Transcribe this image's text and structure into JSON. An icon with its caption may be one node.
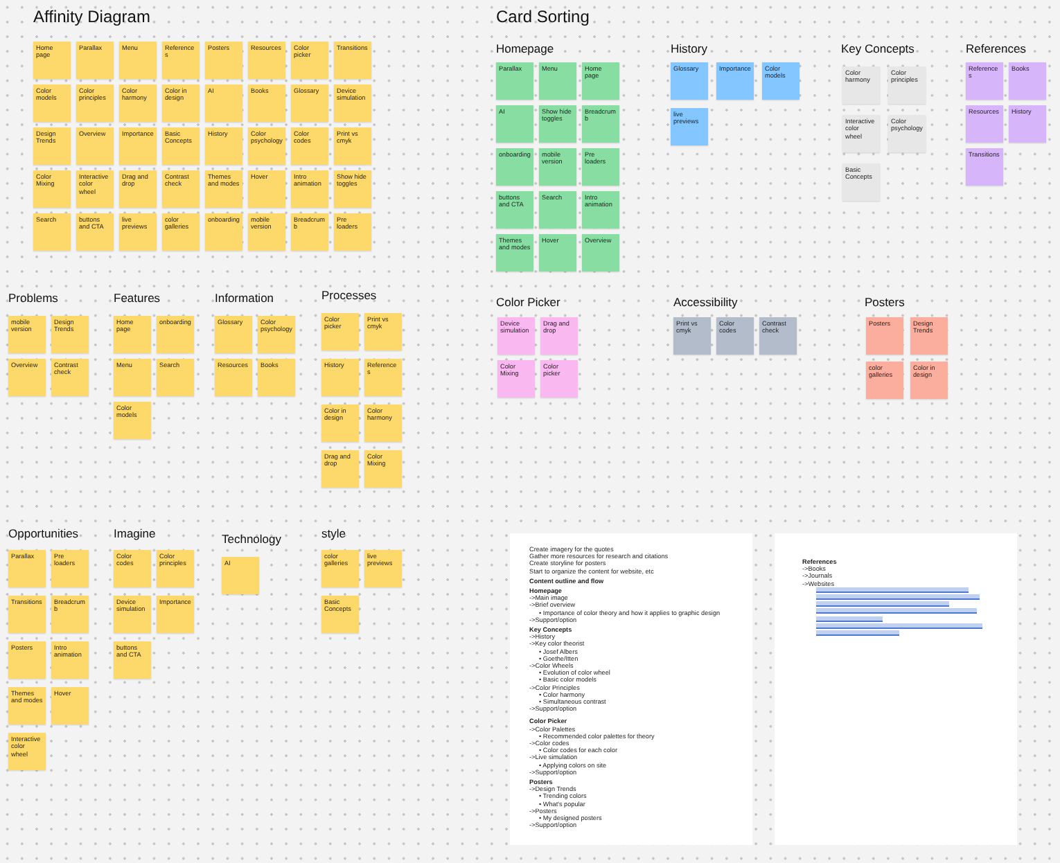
{
  "diagram": {
    "nodes": [
      {
        "text": [
          "Affinity Diagram"
        ]
      },
      {
        "text": [
          "Home page"
        ],
        "in": 0
      },
      {
        "text": [
          "Parallax"
        ],
        "in": 0
      },
      {
        "text": [
          "Menu"
        ],
        "in": 0
      },
      {
        "text": [
          "References"
        ],
        "in": 0
      },
      {
        "text": [
          "Posters"
        ],
        "in": 0
      },
      {
        "text": [
          "Resources"
        ],
        "in": 0
      },
      {
        "text": [
          "Color picker"
        ],
        "in": 0
      },
      {
        "text": [
          "Transitions"
        ],
        "in": 0
      },
      {
        "text": [
          "Color models"
        ],
        "in": 0
      },
      {
        "text": [
          "Color principles"
        ],
        "in": 0
      },
      {
        "text": [
          "Color harmony"
        ],
        "in": 0
      },
      {
        "text": [
          "Color in design"
        ],
        "in": 0
      },
      {
        "text": [
          "AI"
        ],
        "in": 0
      },
      {
        "text": [
          "Books"
        ],
        "in": 0
      },
      {
        "text": [
          "Glossary"
        ],
        "in": 0
      },
      {
        "text": [
          "Device simulation"
        ],
        "in": 0
      },
      {
        "text": [
          "Design Trends"
        ],
        "in": 0
      },
      {
        "text": [
          "Overview"
        ],
        "in": 0
      },
      {
        "text": [
          "Importance"
        ],
        "in": 0
      },
      {
        "text": [
          "Basic Concepts"
        ],
        "in": 0
      },
      {
        "text": [
          "History"
        ],
        "in": 0
      },
      {
        "text": [
          "Color psychology"
        ],
        "in": 0
      },
      {
        "text": [
          "Color codes"
        ],
        "in": 0
      },
      {
        "text": [
          "Print vs cmyk"
        ],
        "in": 0
      },
      {
        "text": [
          "Color Mixing"
        ],
        "in": 0
      },
      {
        "text": [
          "Interactive color wheel"
        ],
        "in": 0
      },
      {
        "text": [
          "Drag and drop"
        ],
        "in": 0
      },
      {
        "text": [
          "Contrast check"
        ],
        "in": 0
      },
      {
        "text": [
          "Themes and modes"
        ],
        "in": 0
      },
      {
        "text": [
          "Hover"
        ],
        "in": 0
      },
      {
        "text": [
          "Intro animation"
        ],
        "in": 0
      },
      {
        "text": [
          "Show hide toggles"
        ],
        "in": 0
      },
      {
        "text": [
          "Search"
        ],
        "in": 0
      },
      {
        "text": [
          "buttons and CTA"
        ],
        "in": 0
      },
      {
        "text": [
          "live previews"
        ],
        "in": 0
      },
      {
        "text": [
          "color galleries"
        ],
        "in": 0
      },
      {
        "text": [
          "onboarding"
        ],
        "in": 0
      },
      {
        "text": [
          "mobile version"
        ],
        "in": 0
      },
      {
        "text": [
          "Breadcrumb"
        ],
        "in": 0
      },
      {
        "text": [
          "Pre loaders"
        ],
        "in": 0
      },
      {
        "text": [
          "Card Sorting"
        ]
      },
      {
        "text": [
          "Homepage"
        ],
        "in": 41
      },
      {
        "text": [
          "Parallax"
        ],
        "in": 42
      },
      {
        "text": [
          "Menu"
        ],
        "in": 42
      },
      {
        "text": [
          "Home page"
        ],
        "in": 42
      },
      {
        "text": [
          "AI"
        ],
        "in": 42
      },
      {
        "text": [
          "Show hide toggles"
        ],
        "in": 42
      },
      {
        "text": [
          "Breadcrumb"
        ],
        "in": 42
      },
      {
        "text": [
          "onboarding"
        ],
        "in": 42
      },
      {
        "text": [
          "mobile version"
        ],
        "in": 42
      },
      {
        "text": [
          "Pre loaders"
        ],
        "in": 42
      },
      {
        "text": [
          "buttons and CTA"
        ],
        "in": 42
      },
      {
        "text": [
          "Search"
        ],
        "in": 42
      },
      {
        "text": [
          "Intro animation"
        ],
        "in": 42
      },
      {
        "text": [
          "Themes and modes"
        ],
        "in": 42
      },
      {
        "text": [
          "Hover"
        ],
        "in": 42
      },
      {
        "text": [
          "Overview"
        ],
        "in": 42
      },
      {
        "text": [
          "History"
        ],
        "in": 41
      },
      {
        "text": [
          "Glossary"
        ],
        "in": 58
      },
      {
        "text": [
          "Importance"
        ],
        "in": 58
      },
      {
        "text": [
          "Color models"
        ],
        "in": 58
      },
      {
        "text": [
          "live previews"
        ],
        "in": 58
      },
      {
        "text": [
          "Key Concepts"
        ],
        "in": 41
      },
      {
        "text": [
          "Color harmony"
        ],
        "in": 63
      },
      {
        "text": [
          "Color principles"
        ],
        "in": 63
      },
      {
        "text": [
          "Interactive color wheel"
        ],
        "in": 63
      },
      {
        "text": [
          "Color psychology"
        ],
        "in": 63
      },
      {
        "text": [
          "Basic Concepts"
        ],
        "in": 63
      },
      {
        "text": [
          "References"
        ],
        "in": 41
      },
      {
        "text": [
          "References"
        ],
        "in": 69
      },
      {
        "text": [
          "Books"
        ],
        "in": 69
      },
      {
        "text": [
          "Resources"
        ],
        "in": 69
      },
      {
        "text": [
          "History"
        ],
        "in": 69
      },
      {
        "text": [
          "Transitions"
        ],
        "in": 69
      },
      {
        "text": [
          "Color Picker"
        ],
        "in": 41
      },
      {
        "text": [
          "Device simulation"
        ],
        "in": 75
      },
      {
        "text": [
          "Drag and drop"
        ],
        "in": 75
      },
      {
        "text": [
          "Color Mixing"
        ],
        "in": 75
      },
      {
        "text": [
          "Color picker"
        ],
        "in": 75
      },
      {
        "text": [
          "Accessibility"
        ],
        "in": 41
      },
      {
        "text": [
          "Print vs cmyk"
        ],
        "in": 80
      },
      {
        "text": [
          "Color codes"
        ],
        "in": 80
      },
      {
        "text": [
          "Contrast check"
        ],
        "in": 80
      },
      {
        "text": [
          "Posters"
        ],
        "in": 41
      },
      {
        "text": [
          "Posters"
        ],
        "in": 84
      },
      {
        "text": [
          "Design Trends"
        ],
        "in": 84
      },
      {
        "text": [
          "color galleries"
        ],
        "in": 84
      },
      {
        "text": [
          "Color in design"
        ],
        "in": 84
      },
      {
        "text": [
          "Problems"
        ]
      },
      {
        "text": [
          "mobile version"
        ],
        "in": 89
      },
      {
        "text": [
          "Design Trends"
        ],
        "in": 89
      },
      {
        "text": [
          "Overview"
        ],
        "in": 89
      },
      {
        "text": [
          "Contrast check"
        ],
        "in": 89
      },
      {
        "text": [
          "Features"
        ]
      },
      {
        "text": [
          "Home page"
        ],
        "in": 94
      },
      {
        "text": [
          "onboarding"
        ],
        "in": 94
      },
      {
        "text": [
          "Menu"
        ],
        "in": 94
      },
      {
        "text": [
          "Search"
        ],
        "in": 94
      },
      {
        "text": [
          "Color models"
        ],
        "in": 94
      },
      {
        "text": [
          "Information"
        ]
      },
      {
        "text": [
          "Glossary"
        ],
        "in": 100
      },
      {
        "text": [
          "Color psychology"
        ],
        "in": 100
      },
      {
        "text": [
          "Resources"
        ],
        "in": 100
      },
      {
        "text": [
          "Books"
        ],
        "in": 100
      },
      {
        "text": [
          "Processes"
        ]
      },
      {
        "text": [
          "Color picker"
        ],
        "in": 105
      },
      {
        "text": [
          "Print vs cmyk"
        ],
        "in": 105
      },
      {
        "text": [
          "History"
        ],
        "in": 105
      },
      {
        "text": [
          "References"
        ],
        "in": 105
      },
      {
        "text": [
          "Color in design"
        ],
        "in": 105
      },
      {
        "text": [
          "Color harmony"
        ],
        "in": 105
      },
      {
        "text": [
          "Drag and drop"
        ],
        "in": 105
      },
      {
        "text": [
          "Color Mixing"
        ],
        "in": 105
      },
      {
        "text": [
          "Opportunities"
        ]
      },
      {
        "text": [
          "Parallax"
        ],
        "in": 114
      },
      {
        "text": [
          "Pre loaders"
        ],
        "in": 114
      },
      {
        "text": [
          "Transitions"
        ],
        "in": 114
      },
      {
        "text": [
          "Breadcrumb"
        ],
        "in": 114
      },
      {
        "text": [
          "Posters"
        ],
        "in": 114
      },
      {
        "text": [
          "Intro animation"
        ],
        "in": 114
      },
      {
        "text": [
          "Themes and modes"
        ],
        "in": 114
      },
      {
        "text": [
          "Hover"
        ],
        "in": 114
      },
      {
        "text": [
          "Interactive color wheel"
        ],
        "in": 114
      },
      {
        "text": [
          "Imagine"
        ]
      },
      {
        "text": [
          "Color codes"
        ],
        "in": 124
      },
      {
        "text": [
          "Color principles"
        ],
        "in": 124
      },
      {
        "text": [
          "Device simulation"
        ],
        "in": 124
      },
      {
        "text": [
          "Importance"
        ],
        "in": 124
      },
      {
        "text": [
          "buttons and CTA"
        ],
        "in": 124
      },
      {
        "text": [
          "Technology"
        ]
      },
      {
        "text": [
          "AI"
        ],
        "in": 130
      },
      {
        "text": [
          "style"
        ]
      },
      {
        "text": [
          "color galleries"
        ],
        "in": 132
      },
      {
        "text": [
          "live previews"
        ],
        "in": 132
      },
      {
        "text": [
          "Basic Concepts"
        ],
        "in": 132
      },
      {
        "text": [
          "Create imagery for the quotes",
          "Gather more resources for research and citations",
          "Create storyline for posters",
          "Start to organize the content for website, etc",
          "Content outline and flow",
          "Homepage",
          "->Main image",
          "->Brief overview",
          "• Importance of color theory and how it applies to graphic design",
          "->Support/option",
          "Key Concepts",
          "->History",
          "->Key color theorist",
          "• Josef Albers",
          "• Goethe/Itten",
          "->Color Wheels",
          "• Evolution of color wheel",
          "• Basic color models",
          "->Color Principles",
          "• Color harmony",
          "• Simultaneous contrast",
          "->Support/option",
          "Color Picker",
          "->Color Palettes",
          "• Recommended color palettes for theory",
          "->Color codes",
          "• Color codes for each color",
          "->Live simulation",
          "• Applying colors on site",
          "->Support/option",
          "Posters",
          "->Design Trends",
          "• Trending colors",
          "• What's popular",
          "->Posters",
          "• My designed posters",
          "->Support/option"
        ]
      },
      {
        "text": [
          "References",
          "->Books",
          "->Journals",
          "->Websites"
        ]
      }
    ]
  }
}
